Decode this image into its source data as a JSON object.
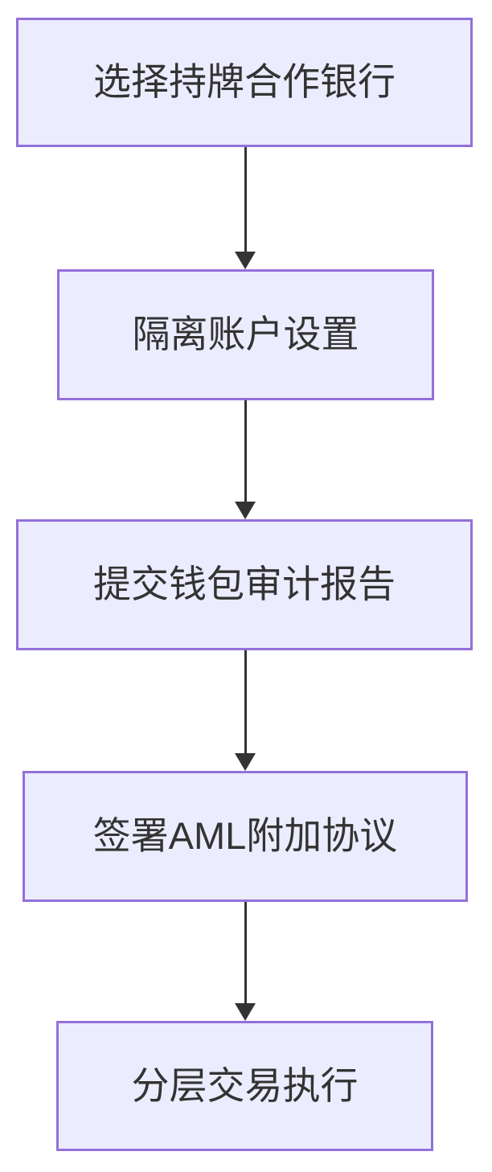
{
  "diagram": {
    "type": "flowchart",
    "direction": "top-down",
    "colors": {
      "node_fill": "#ECECFF",
      "node_border": "#9370DB",
      "text": "#333333",
      "arrow": "#333333",
      "background": "#FFFFFF"
    },
    "nodes": [
      {
        "id": "step1",
        "label": "选择持牌合作银行"
      },
      {
        "id": "step2",
        "label": "隔离账户设置"
      },
      {
        "id": "step3",
        "label": "提交钱包审计报告"
      },
      {
        "id": "step4",
        "label": "签署AML附加协议"
      },
      {
        "id": "step5",
        "label": "分层交易执行"
      }
    ],
    "edges": [
      {
        "from": "step1",
        "to": "step2"
      },
      {
        "from": "step2",
        "to": "step3"
      },
      {
        "from": "step3",
        "to": "step4"
      },
      {
        "from": "step4",
        "to": "step5"
      }
    ]
  }
}
